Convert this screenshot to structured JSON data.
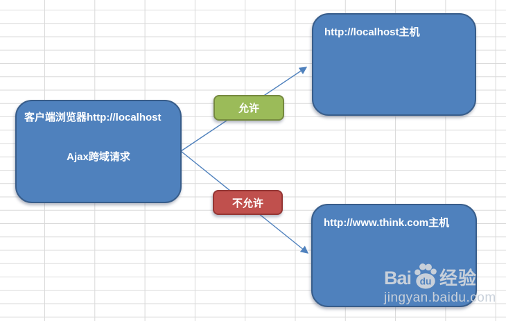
{
  "diagram": {
    "client_box": {
      "line1": "客户端浏览器http://localhost",
      "line2": "Ajax跨域请求"
    },
    "allow_label": "允许",
    "deny_label": "不允许",
    "localhost_host_label": "http://localhost主机",
    "think_host_label": "http://www.think.com主机"
  },
  "watermark": {
    "brand_bai": "Bai",
    "brand_du": "du",
    "brand_suffix": "经验",
    "url": "jingyan.baidu.com"
  },
  "colors": {
    "box_blue": "#4f81bd",
    "box_blue_border": "#385d8a",
    "green": "#9bbb59",
    "green_border": "#75893f",
    "red": "#c0504d",
    "red_border": "#943634",
    "arrow": "#4f81bd",
    "grid": "#d9d9d9",
    "watermark": "#c8d0da"
  }
}
